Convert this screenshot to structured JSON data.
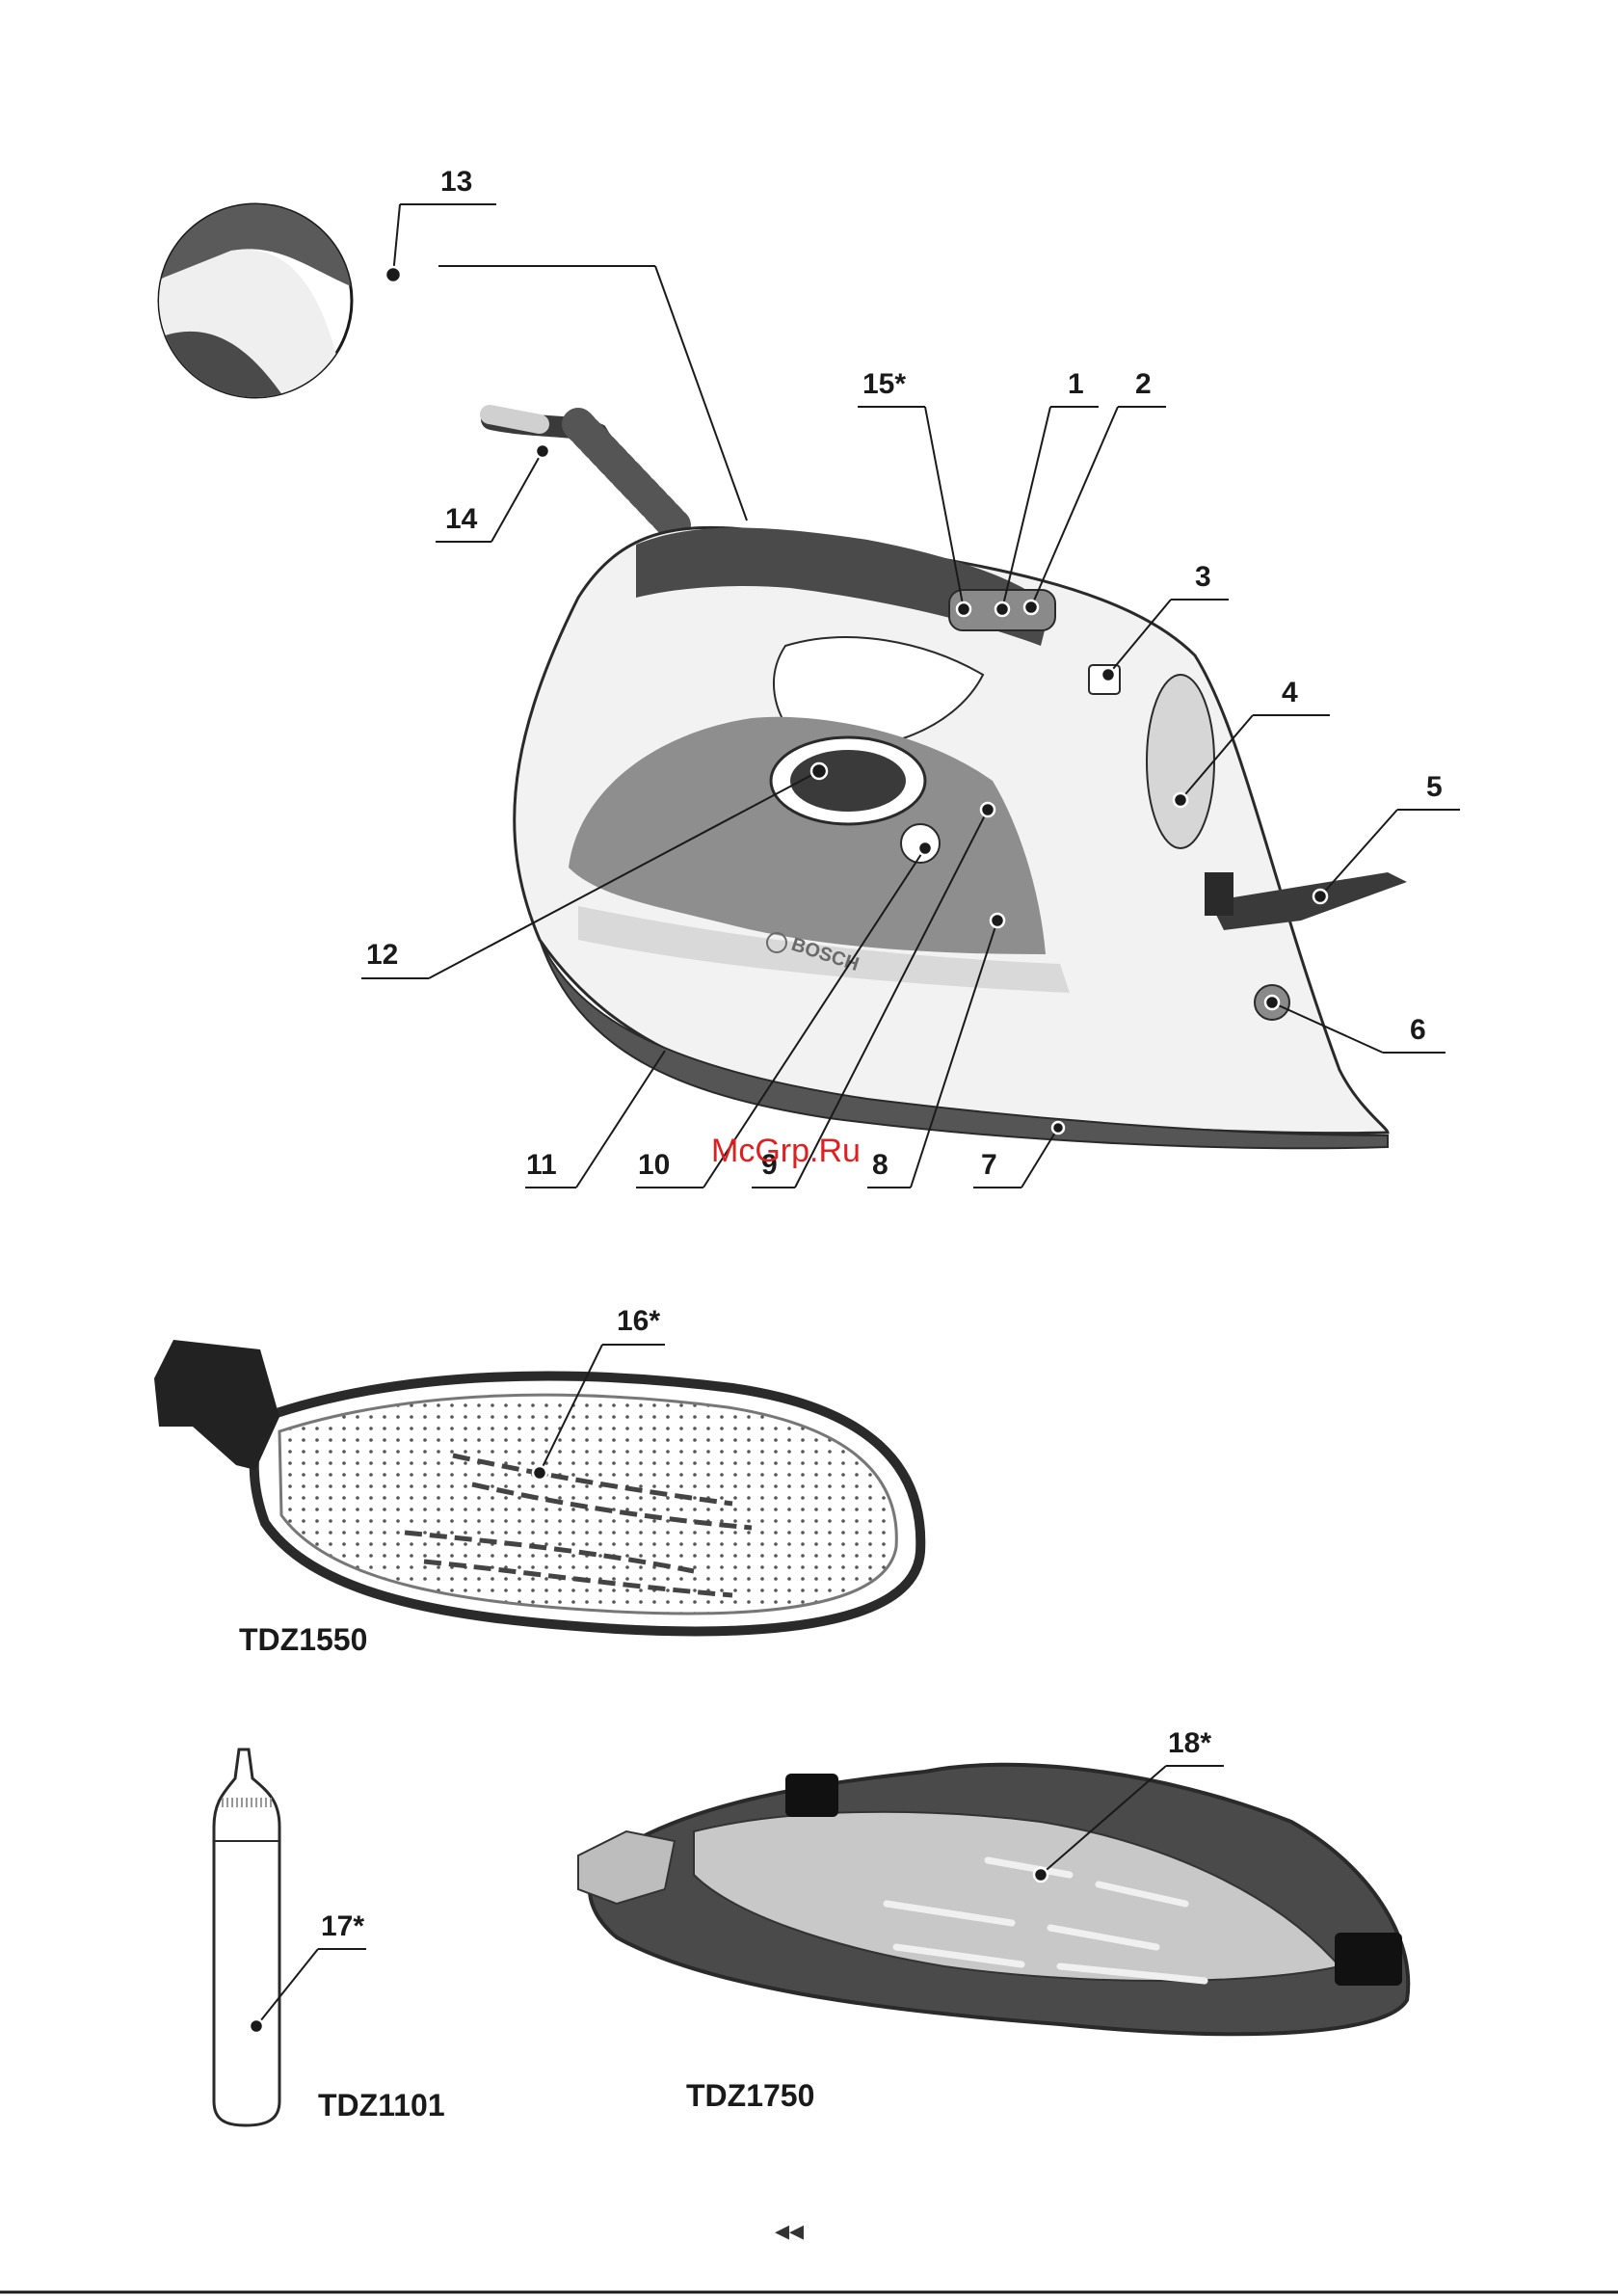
{
  "callouts": {
    "c1": "1",
    "c2": "2",
    "c3": "3",
    "c4": "4",
    "c5": "5",
    "c6": "6",
    "c7": "7",
    "c8": "8",
    "c9": "9",
    "c10": "10",
    "c11": "11",
    "c12": "12",
    "c13": "13",
    "c14": "14",
    "c15": "15*",
    "c16": "16*",
    "c17": "17*",
    "c18": "18*"
  },
  "iron": {
    "brand": "BOSCH"
  },
  "models": {
    "soleplate_cover": "TDZ1550",
    "descaler": "TDZ1101",
    "iron_rest": "TDZ1750"
  },
  "watermark": "McGrp.Ru",
  "page_marker": "◂◂",
  "colors": {
    "dark_grey": "#3f3f3f",
    "mid_grey": "#8e8e8e",
    "light_grey": "#d9d9d9",
    "watermark_red": "#e02020"
  }
}
